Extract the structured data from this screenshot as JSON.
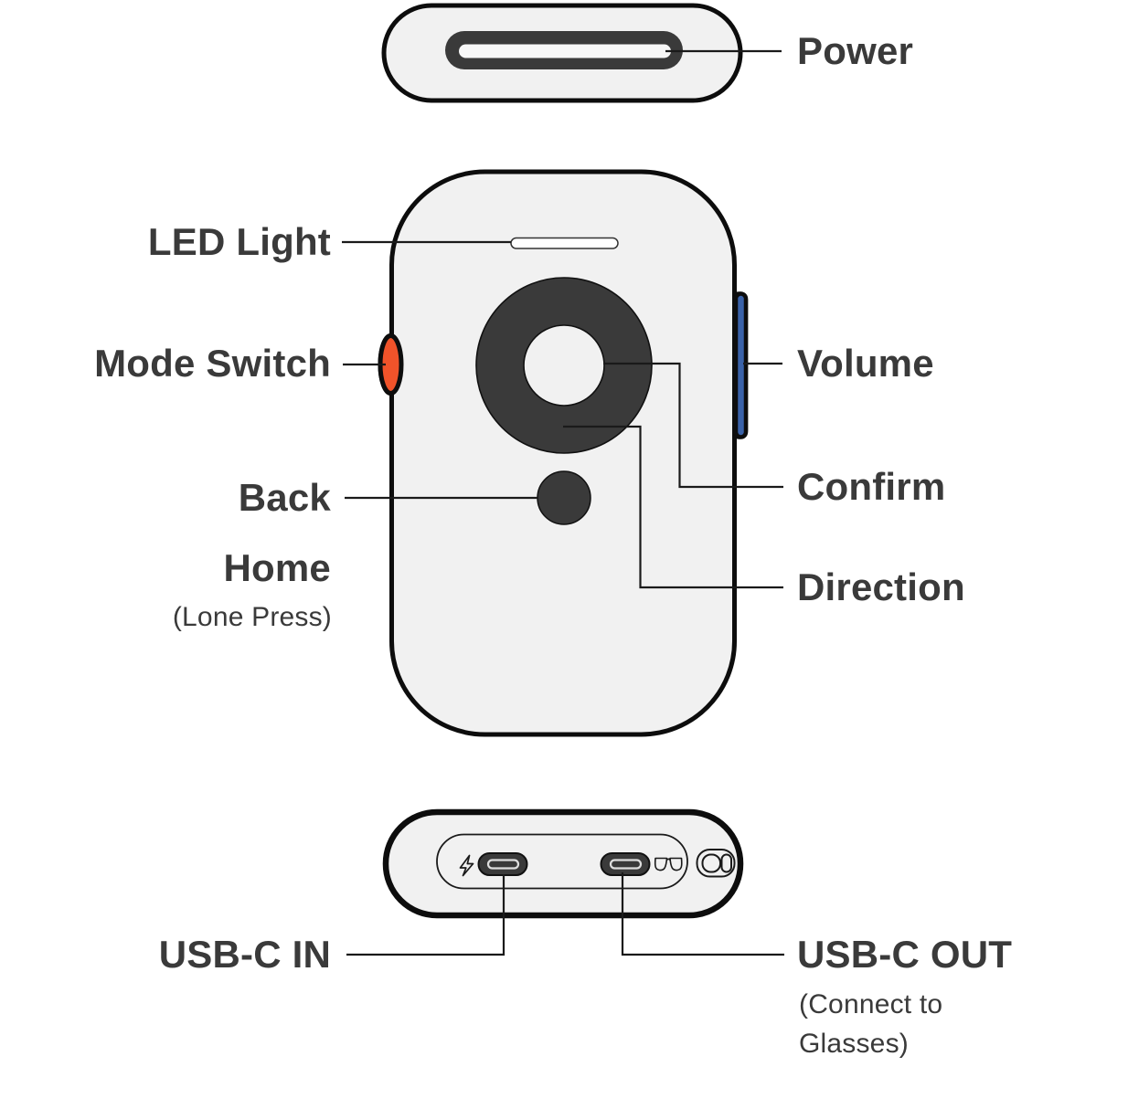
{
  "diagram_title": "device-button-layout-diagram",
  "labels": {
    "power": "Power",
    "led_light": "LED Light",
    "mode_switch": "Mode Switch",
    "volume": "Volume",
    "back": "Back",
    "confirm": "Confirm",
    "home": "Home",
    "home_sub": "(Lone Press)",
    "direction": "Direction",
    "usb_in": "USB-C IN",
    "usb_out": "USB-C OUT",
    "usb_out_sub_line1": "(Connect to",
    "usb_out_sub_line2": "Glasses)"
  },
  "colors": {
    "device_fill": "#F1F1F1",
    "dark": "#3A3A3A",
    "mode_switch_orange": "#F0532A",
    "volume_blue": "#3A62A8",
    "line": "#1A1A1A",
    "text": "#3A3A3A"
  },
  "icons": {
    "charging_port_marker": "lightning-icon",
    "glasses_port_marker": "glasses-icon",
    "lanyard_slot": "dual-slot-icon"
  }
}
